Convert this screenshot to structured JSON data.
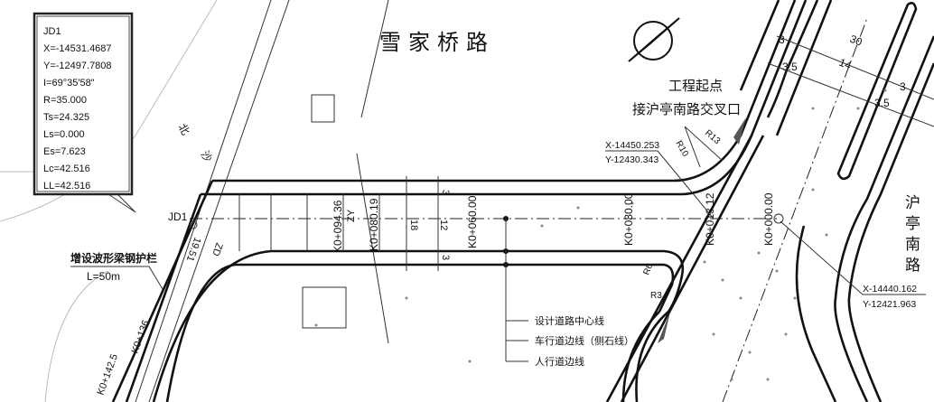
{
  "title": "雪家桥路",
  "jd_box": {
    "lines": [
      "JD1",
      "X=-14531.4687",
      "Y=-12497.7808",
      "I=69°35'58\"",
      "R=35.000",
      "Ts=24.325",
      "Ls=0.000",
      "Es=7.623",
      "Lc=42.516",
      "LL=42.516"
    ]
  },
  "jd_label": "JD1",
  "start_point": {
    "line1": "工程起点",
    "line2": "接沪亭南路交叉口"
  },
  "coord_top": {
    "x": "X-14450.253",
    "y": "Y-12430.343"
  },
  "coord_right": {
    "x": "X-14440.162",
    "y": "Y-12421.963"
  },
  "cross_road": "沪亭南路",
  "guardrail": {
    "label": "增设波形梁钢护栏",
    "length": "L=50m"
  },
  "stations": [
    "K0+094.36",
    "K0+080.19",
    "K0+060.00",
    "K0+030.00",
    "K0+013.12",
    "K0+000.00",
    "K0+136.",
    "K0+142.5"
  ],
  "curve_marks": [
    "ZY",
    "ZD",
    "19.51"
  ],
  "dims": {
    "side": "3",
    "width_total": "18",
    "carriage": "12",
    "side2": "3",
    "cross_total": "30",
    "cross_carriage": "14",
    "cross_side": "3",
    "cross_walk": "3.5",
    "cross_side2": "3",
    "cross_walk2": "3.5"
  },
  "radii": [
    "R10",
    "R13",
    "R3",
    "R6"
  ],
  "legend": [
    "设计道路中心线",
    "车行道边线（侧石线）",
    "人行道边线"
  ],
  "district_text": [
    "北",
    "沙"
  ]
}
